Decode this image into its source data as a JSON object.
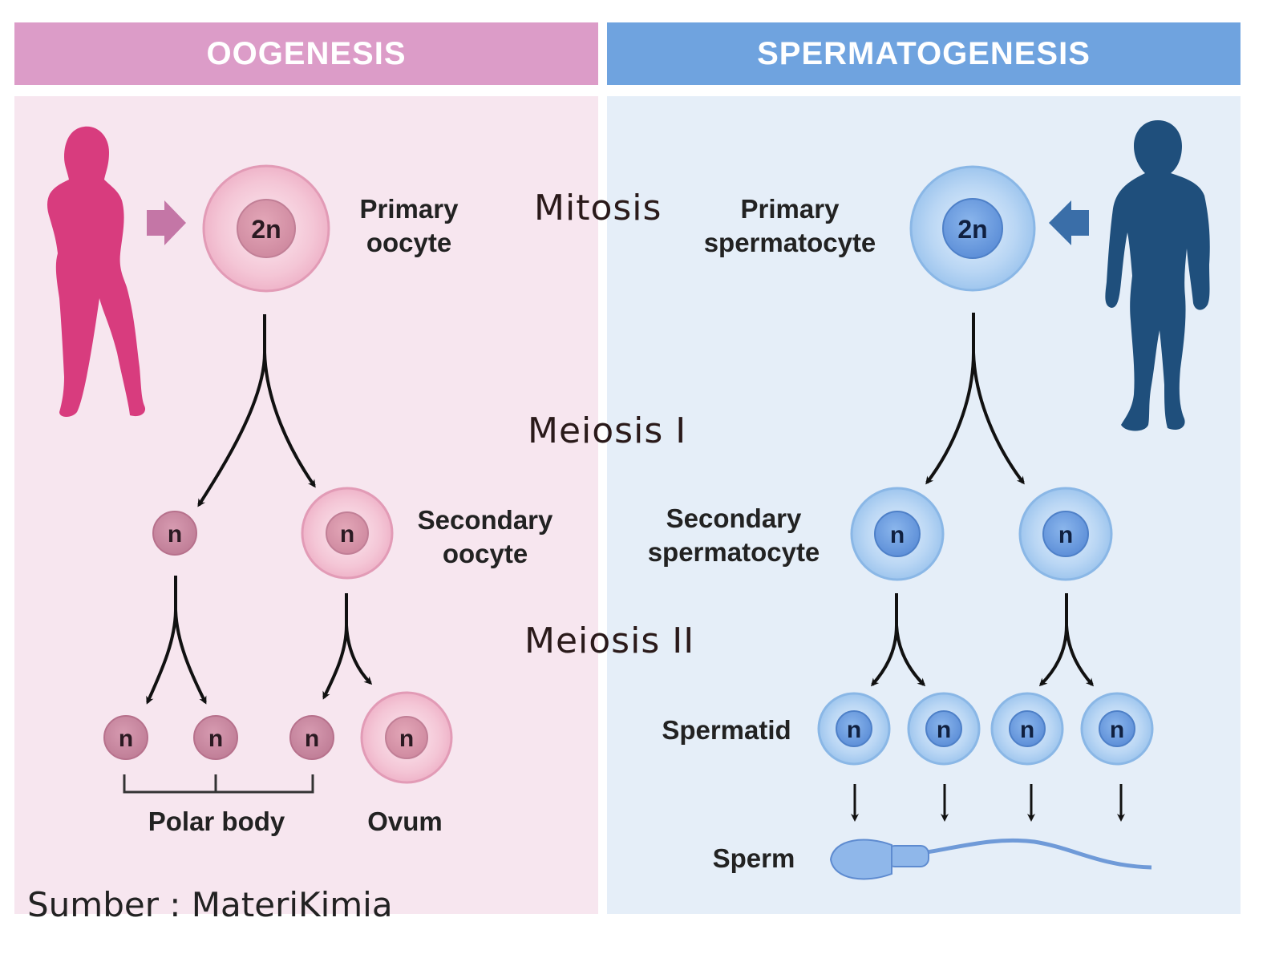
{
  "headers": {
    "left": "OOGENESIS",
    "right": "SPERMATOGENESIS"
  },
  "stages": {
    "mitosis": "Mitosis",
    "meiosis1": "Meiosis I",
    "meiosis2": "Meiosis II"
  },
  "oogenesis": {
    "primary_label_1": "Primary",
    "primary_label_2": "oocyte",
    "secondary_label_1": "Secondary",
    "secondary_label_2": "oocyte",
    "polar_body": "Polar body",
    "ovum": "Ovum"
  },
  "spermatogenesis": {
    "primary_label_1": "Primary",
    "primary_label_2": "spermatocyte",
    "secondary_label_1": "Secondary",
    "secondary_label_2": "spermatocyte",
    "spermatid": "Spermatid",
    "sperm": "Sperm"
  },
  "ploidy": {
    "diploid": "2n",
    "haploid": "n"
  },
  "credit": "Sumber : MateriKimia",
  "colors": {
    "pink_header": "#dc9cc8",
    "blue_header": "#6fa3df",
    "pink_panel": "#f7e6ef",
    "blue_panel": "#e5eef8",
    "female": "#d83c7e",
    "male": "#1f4f7c"
  }
}
